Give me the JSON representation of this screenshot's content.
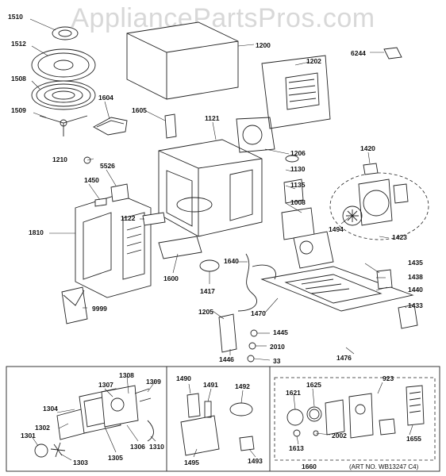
{
  "watermark": "AppliancePartsPros.com",
  "art_number": "(ART NO. WB13247 C4)",
  "labels": [
    {
      "id": "1510",
      "text": "1510"
    },
    {
      "id": "1512",
      "text": "1512"
    },
    {
      "id": "1508",
      "text": "1508"
    },
    {
      "id": "1509",
      "text": "1509"
    },
    {
      "id": "1604",
      "text": "1604"
    },
    {
      "id": "1200",
      "text": "1200"
    },
    {
      "id": "1202",
      "text": "1202"
    },
    {
      "id": "6244",
      "text": "6244"
    },
    {
      "id": "1605",
      "text": "1605"
    },
    {
      "id": "1121",
      "text": "1121"
    },
    {
      "id": "1206",
      "text": "1206"
    },
    {
      "id": "1420",
      "text": "1420"
    },
    {
      "id": "1210",
      "text": "1210"
    },
    {
      "id": "5526",
      "text": "5526"
    },
    {
      "id": "1130",
      "text": "1130"
    },
    {
      "id": "1450",
      "text": "1450"
    },
    {
      "id": "1135",
      "text": "1135"
    },
    {
      "id": "1008",
      "text": "1008"
    },
    {
      "id": "1122",
      "text": "1122"
    },
    {
      "id": "1810",
      "text": "1810"
    },
    {
      "id": "1494",
      "text": "1494"
    },
    {
      "id": "1423",
      "text": "1423"
    },
    {
      "id": "1640",
      "text": "1640"
    },
    {
      "id": "1435",
      "text": "1435"
    },
    {
      "id": "1438",
      "text": "1438"
    },
    {
      "id": "1600",
      "text": "1600"
    },
    {
      "id": "1417",
      "text": "1417"
    },
    {
      "id": "1440",
      "text": "1440"
    },
    {
      "id": "9999",
      "text": "9999"
    },
    {
      "id": "1470",
      "text": "1470"
    },
    {
      "id": "1433",
      "text": "1433"
    },
    {
      "id": "1205",
      "text": "1205"
    },
    {
      "id": "1445",
      "text": "1445"
    },
    {
      "id": "2010",
      "text": "2010"
    },
    {
      "id": "1446",
      "text": "1446"
    },
    {
      "id": "33",
      "text": "33"
    },
    {
      "id": "1476",
      "text": "1476"
    },
    {
      "id": "1308",
      "text": "1308"
    },
    {
      "id": "1309",
      "text": "1309"
    },
    {
      "id": "1307",
      "text": "1307"
    },
    {
      "id": "1490",
      "text": "1490"
    },
    {
      "id": "1491",
      "text": "1491"
    },
    {
      "id": "1492",
      "text": "1492"
    },
    {
      "id": "923",
      "text": "923"
    },
    {
      "id": "1304",
      "text": "1304"
    },
    {
      "id": "1621",
      "text": "1621"
    },
    {
      "id": "1625",
      "text": "1625"
    },
    {
      "id": "1302",
      "text": "1302"
    },
    {
      "id": "1306",
      "text": "1306"
    },
    {
      "id": "1310",
      "text": "1310"
    },
    {
      "id": "1301",
      "text": "1301"
    },
    {
      "id": "1305",
      "text": "1305"
    },
    {
      "id": "1303",
      "text": "1303"
    },
    {
      "id": "1495",
      "text": "1495"
    },
    {
      "id": "1493",
      "text": "1493"
    },
    {
      "id": "2002",
      "text": "2002"
    },
    {
      "id": "1613",
      "text": "1613"
    },
    {
      "id": "1655",
      "text": "1655"
    },
    {
      "id": "1660",
      "text": "1660"
    }
  ]
}
